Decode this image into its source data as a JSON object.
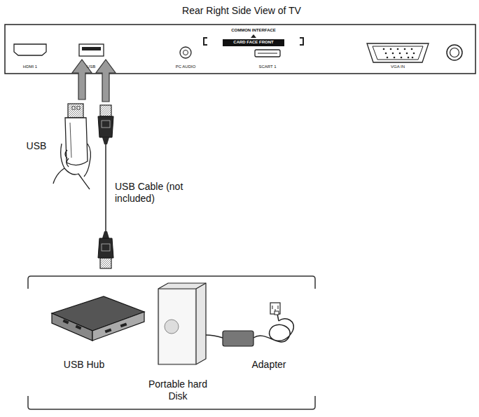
{
  "diagram": {
    "title": "Rear Right Side View of TV",
    "labels": [
      "HDMI 1",
      "USB",
      "PC AUDIO",
      "COMMON INTERFACE",
      "CARD FACE FRONT",
      "SCART 1",
      "VGA IN",
      "USB",
      "USB Cable (not included)",
      "USB Hub",
      "Portable hard Disk",
      "Adapter"
    ]
  }
}
